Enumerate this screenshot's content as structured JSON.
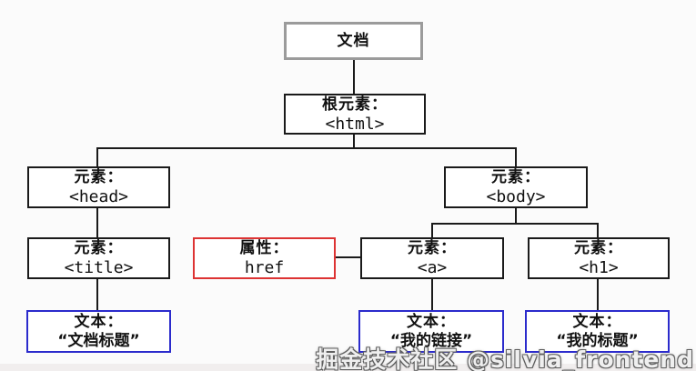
{
  "page": {
    "background": "#fbfbfb",
    "line_color": "#1a1a1a"
  },
  "colors": {
    "element_border": "#1a1a1a",
    "document_border": "#9b9b9b",
    "attribute_border": "#dd3333",
    "text_node_border": "#2b2bcc"
  },
  "watermark": {
    "text": "掘金技术社区 @silvia_frontend"
  },
  "nodes": [
    {
      "id": "document",
      "line1": "文档",
      "line2": ""
    },
    {
      "id": "html_root",
      "line1": "根元素：",
      "line2": "<html>"
    },
    {
      "id": "head",
      "line1": "元素：",
      "line2": "<head>"
    },
    {
      "id": "body",
      "line1": "元素：",
      "line2": "<body>"
    },
    {
      "id": "title",
      "line1": "元素：",
      "line2": "<title>"
    },
    {
      "id": "href_attr",
      "line1": "属性：",
      "line2": "href"
    },
    {
      "id": "a",
      "line1": "元素：",
      "line2": "<a>"
    },
    {
      "id": "h1",
      "line1": "元素：",
      "line2": "<h1>"
    },
    {
      "id": "title_text",
      "line1": "文本：",
      "line2": "“文档标题”"
    },
    {
      "id": "a_text",
      "line1": "文本：",
      "line2": "“我的链接”"
    },
    {
      "id": "h1_text",
      "line1": "文本：",
      "line2": "“我的标题”"
    }
  ]
}
